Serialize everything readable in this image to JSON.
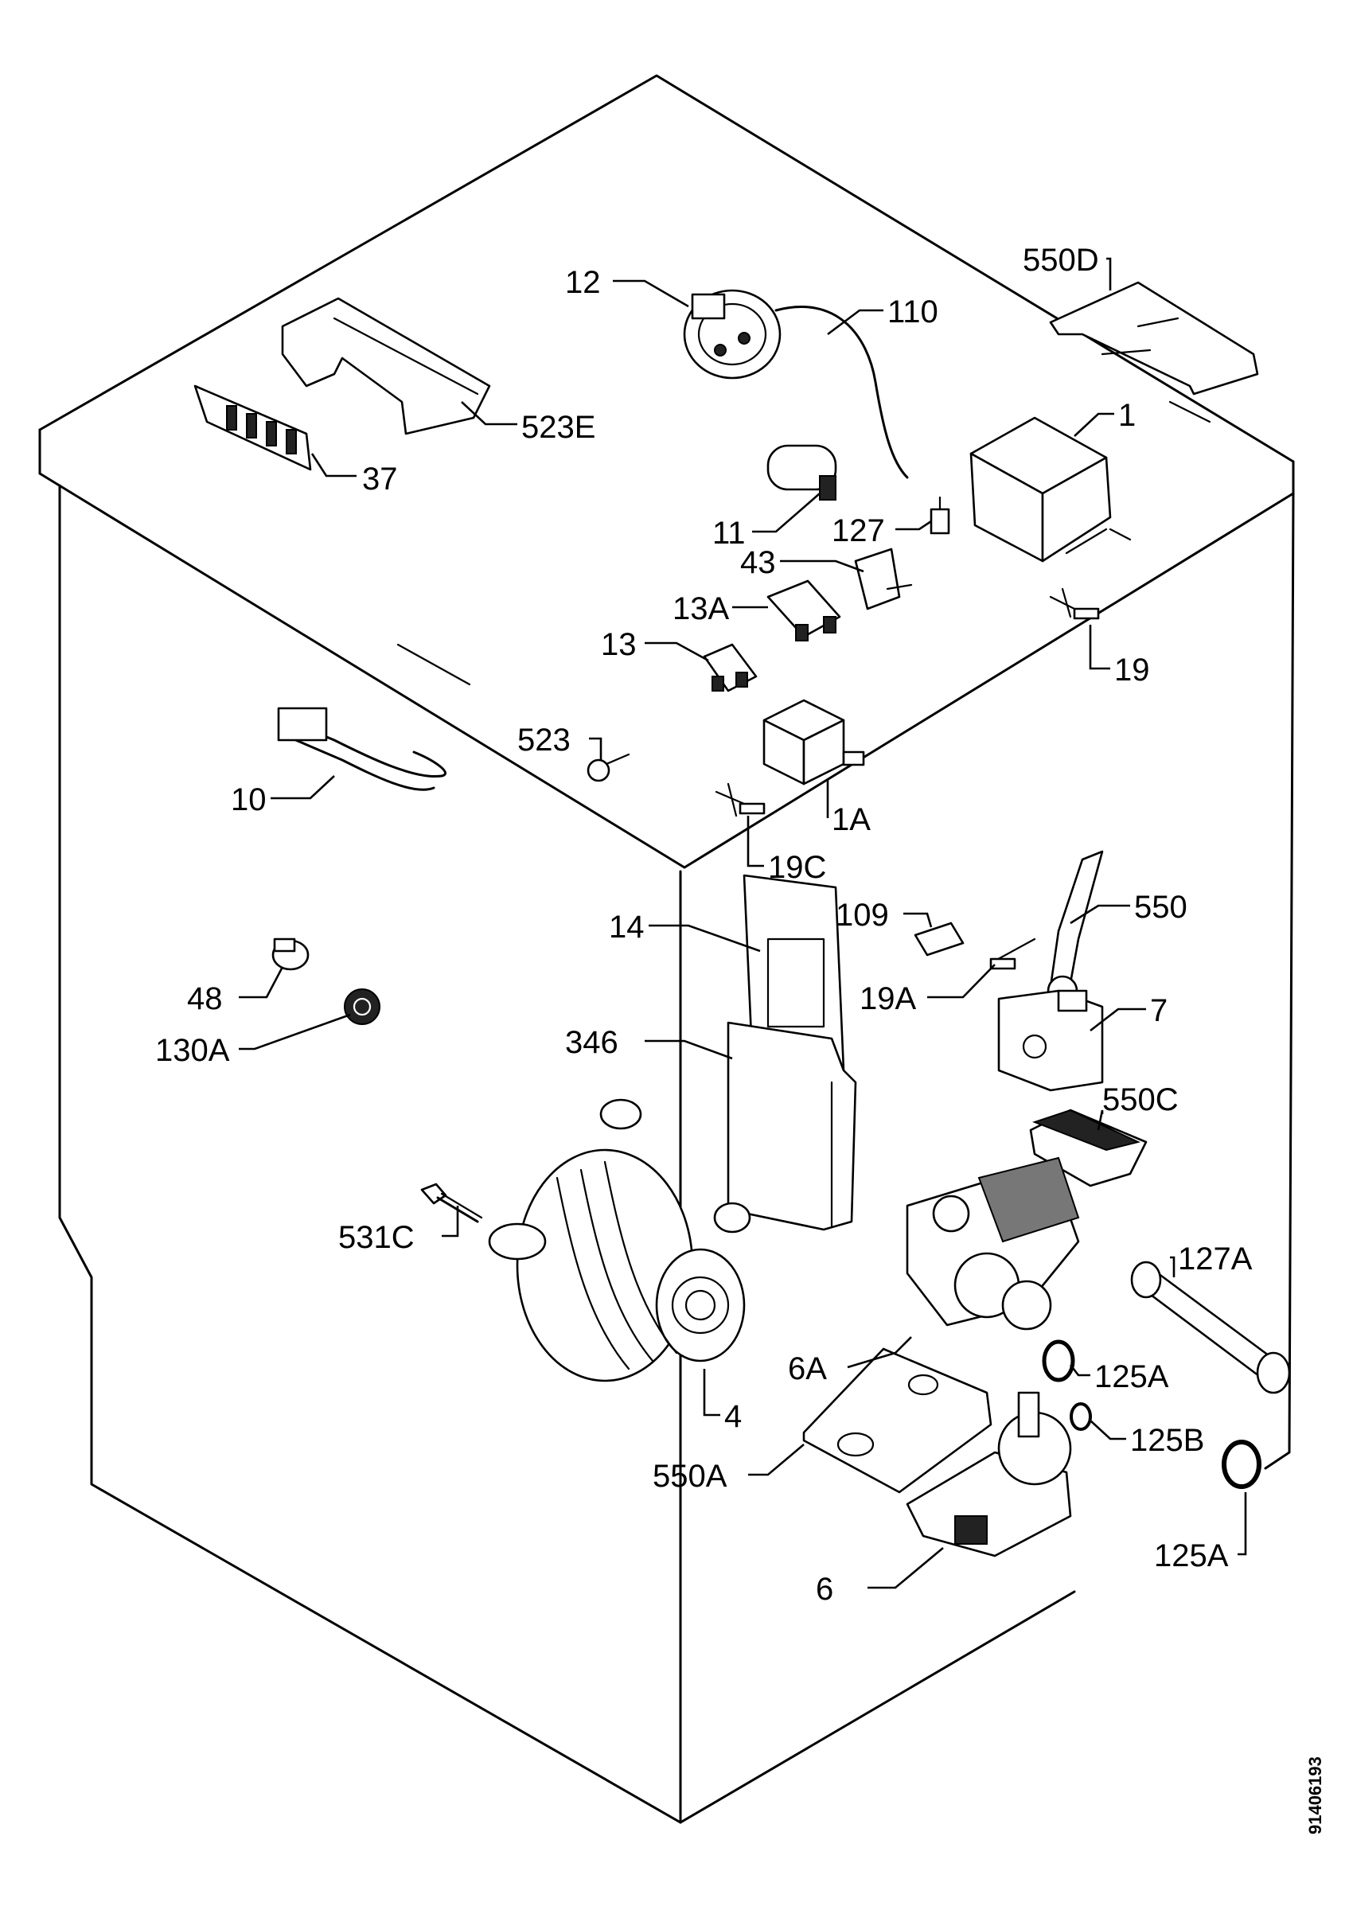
{
  "diagram": {
    "doc_number": "91406193",
    "callouts": [
      {
        "id": "12",
        "label": "12"
      },
      {
        "id": "110",
        "label": "110"
      },
      {
        "id": "550D",
        "label": "550D"
      },
      {
        "id": "523E",
        "label": "523E"
      },
      {
        "id": "37",
        "label": "37"
      },
      {
        "id": "1",
        "label": "1"
      },
      {
        "id": "11",
        "label": "11"
      },
      {
        "id": "127",
        "label": "127"
      },
      {
        "id": "43",
        "label": "43"
      },
      {
        "id": "13A",
        "label": "13A"
      },
      {
        "id": "13",
        "label": "13"
      },
      {
        "id": "19",
        "label": "19"
      },
      {
        "id": "523",
        "label": "523"
      },
      {
        "id": "10",
        "label": "10"
      },
      {
        "id": "1A",
        "label": "1A"
      },
      {
        "id": "19C",
        "label": "19C"
      },
      {
        "id": "109",
        "label": "109"
      },
      {
        "id": "550",
        "label": "550"
      },
      {
        "id": "14",
        "label": "14"
      },
      {
        "id": "19A",
        "label": "19A"
      },
      {
        "id": "48",
        "label": "48"
      },
      {
        "id": "7",
        "label": "7"
      },
      {
        "id": "130A",
        "label": "130A"
      },
      {
        "id": "346",
        "label": "346"
      },
      {
        "id": "550C",
        "label": "550C"
      },
      {
        "id": "531C",
        "label": "531C"
      },
      {
        "id": "127A",
        "label": "127A"
      },
      {
        "id": "6A",
        "label": "6A"
      },
      {
        "id": "125A_1",
        "label": "125A"
      },
      {
        "id": "4",
        "label": "4"
      },
      {
        "id": "125B",
        "label": "125B"
      },
      {
        "id": "550A",
        "label": "550A"
      },
      {
        "id": "125A_2",
        "label": "125A"
      },
      {
        "id": "6",
        "label": "6"
      }
    ]
  }
}
